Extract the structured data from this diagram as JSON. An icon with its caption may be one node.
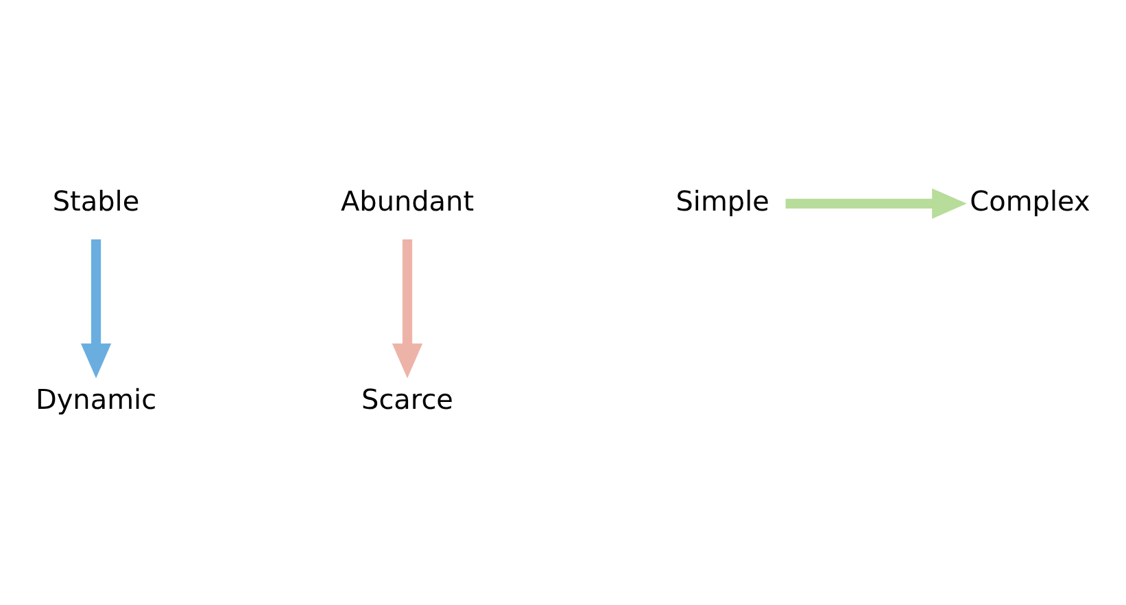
{
  "diagram": {
    "nodes": [
      {
        "text": [
          "Stable"
        ]
      },
      {
        "text": [
          "Abundant"
        ]
      },
      {
        "text": [
          "Simple"
        ]
      },
      {
        "text": [
          "Complex"
        ]
      },
      {
        "text": [
          "Scarce"
        ]
      },
      {
        "text": [
          "Dynamic"
        ]
      }
    ],
    "edges": [
      {
        "from": 0,
        "to": 5,
        "arrow": "to",
        "color": "#6aaee0"
      },
      {
        "from": 1,
        "to": 4,
        "arrow": "to",
        "color": "#eeb3a8"
      },
      {
        "from": 2,
        "to": 3,
        "arrow": "to",
        "color": "#b8dc9a"
      }
    ]
  }
}
